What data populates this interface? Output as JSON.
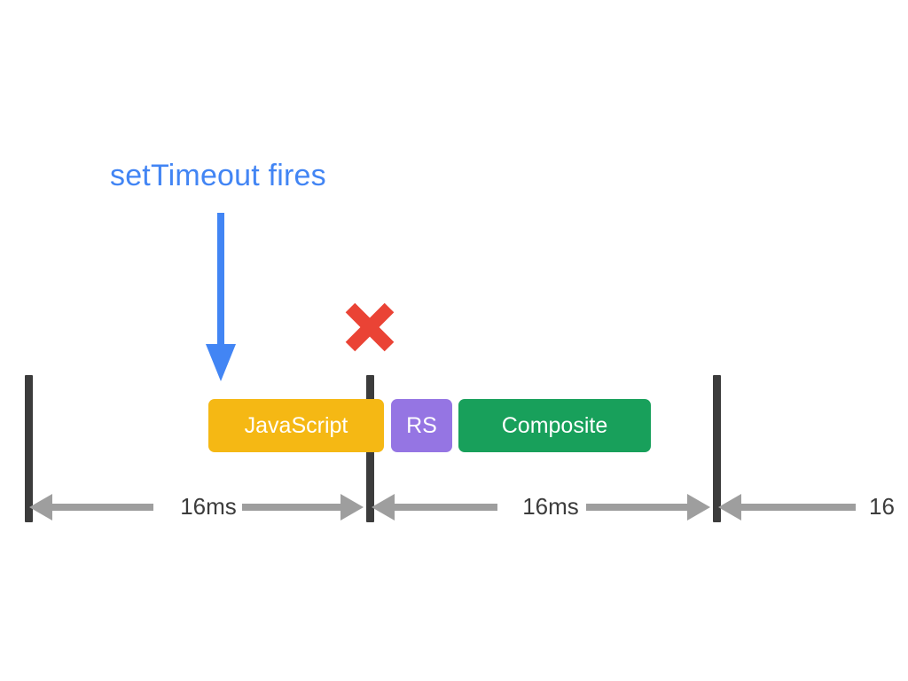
{
  "diagram": {
    "background_color": "#ffffff",
    "annotation": {
      "label": "setTimeout fires",
      "color": "#4285F4",
      "arrow_icon": "down-arrow-icon"
    },
    "marker": {
      "icon": "red-x-icon",
      "color": "#EA4335",
      "meaning": "missed frame"
    },
    "timeline": {
      "tick_color": "#3C3C3C",
      "tick_count": 3,
      "arrow_color": "#9E9E9E"
    },
    "bars": [
      {
        "label": "JavaScript",
        "color": "#F5B814",
        "text_color": "#ffffff"
      },
      {
        "label": "RS",
        "color": "#9575E3",
        "text_color": "#ffffff"
      },
      {
        "label": "Composite",
        "color": "#18A05B",
        "text_color": "#ffffff"
      }
    ],
    "intervals": [
      {
        "label": "16ms"
      },
      {
        "label": "16ms"
      },
      {
        "label": "16"
      }
    ]
  }
}
